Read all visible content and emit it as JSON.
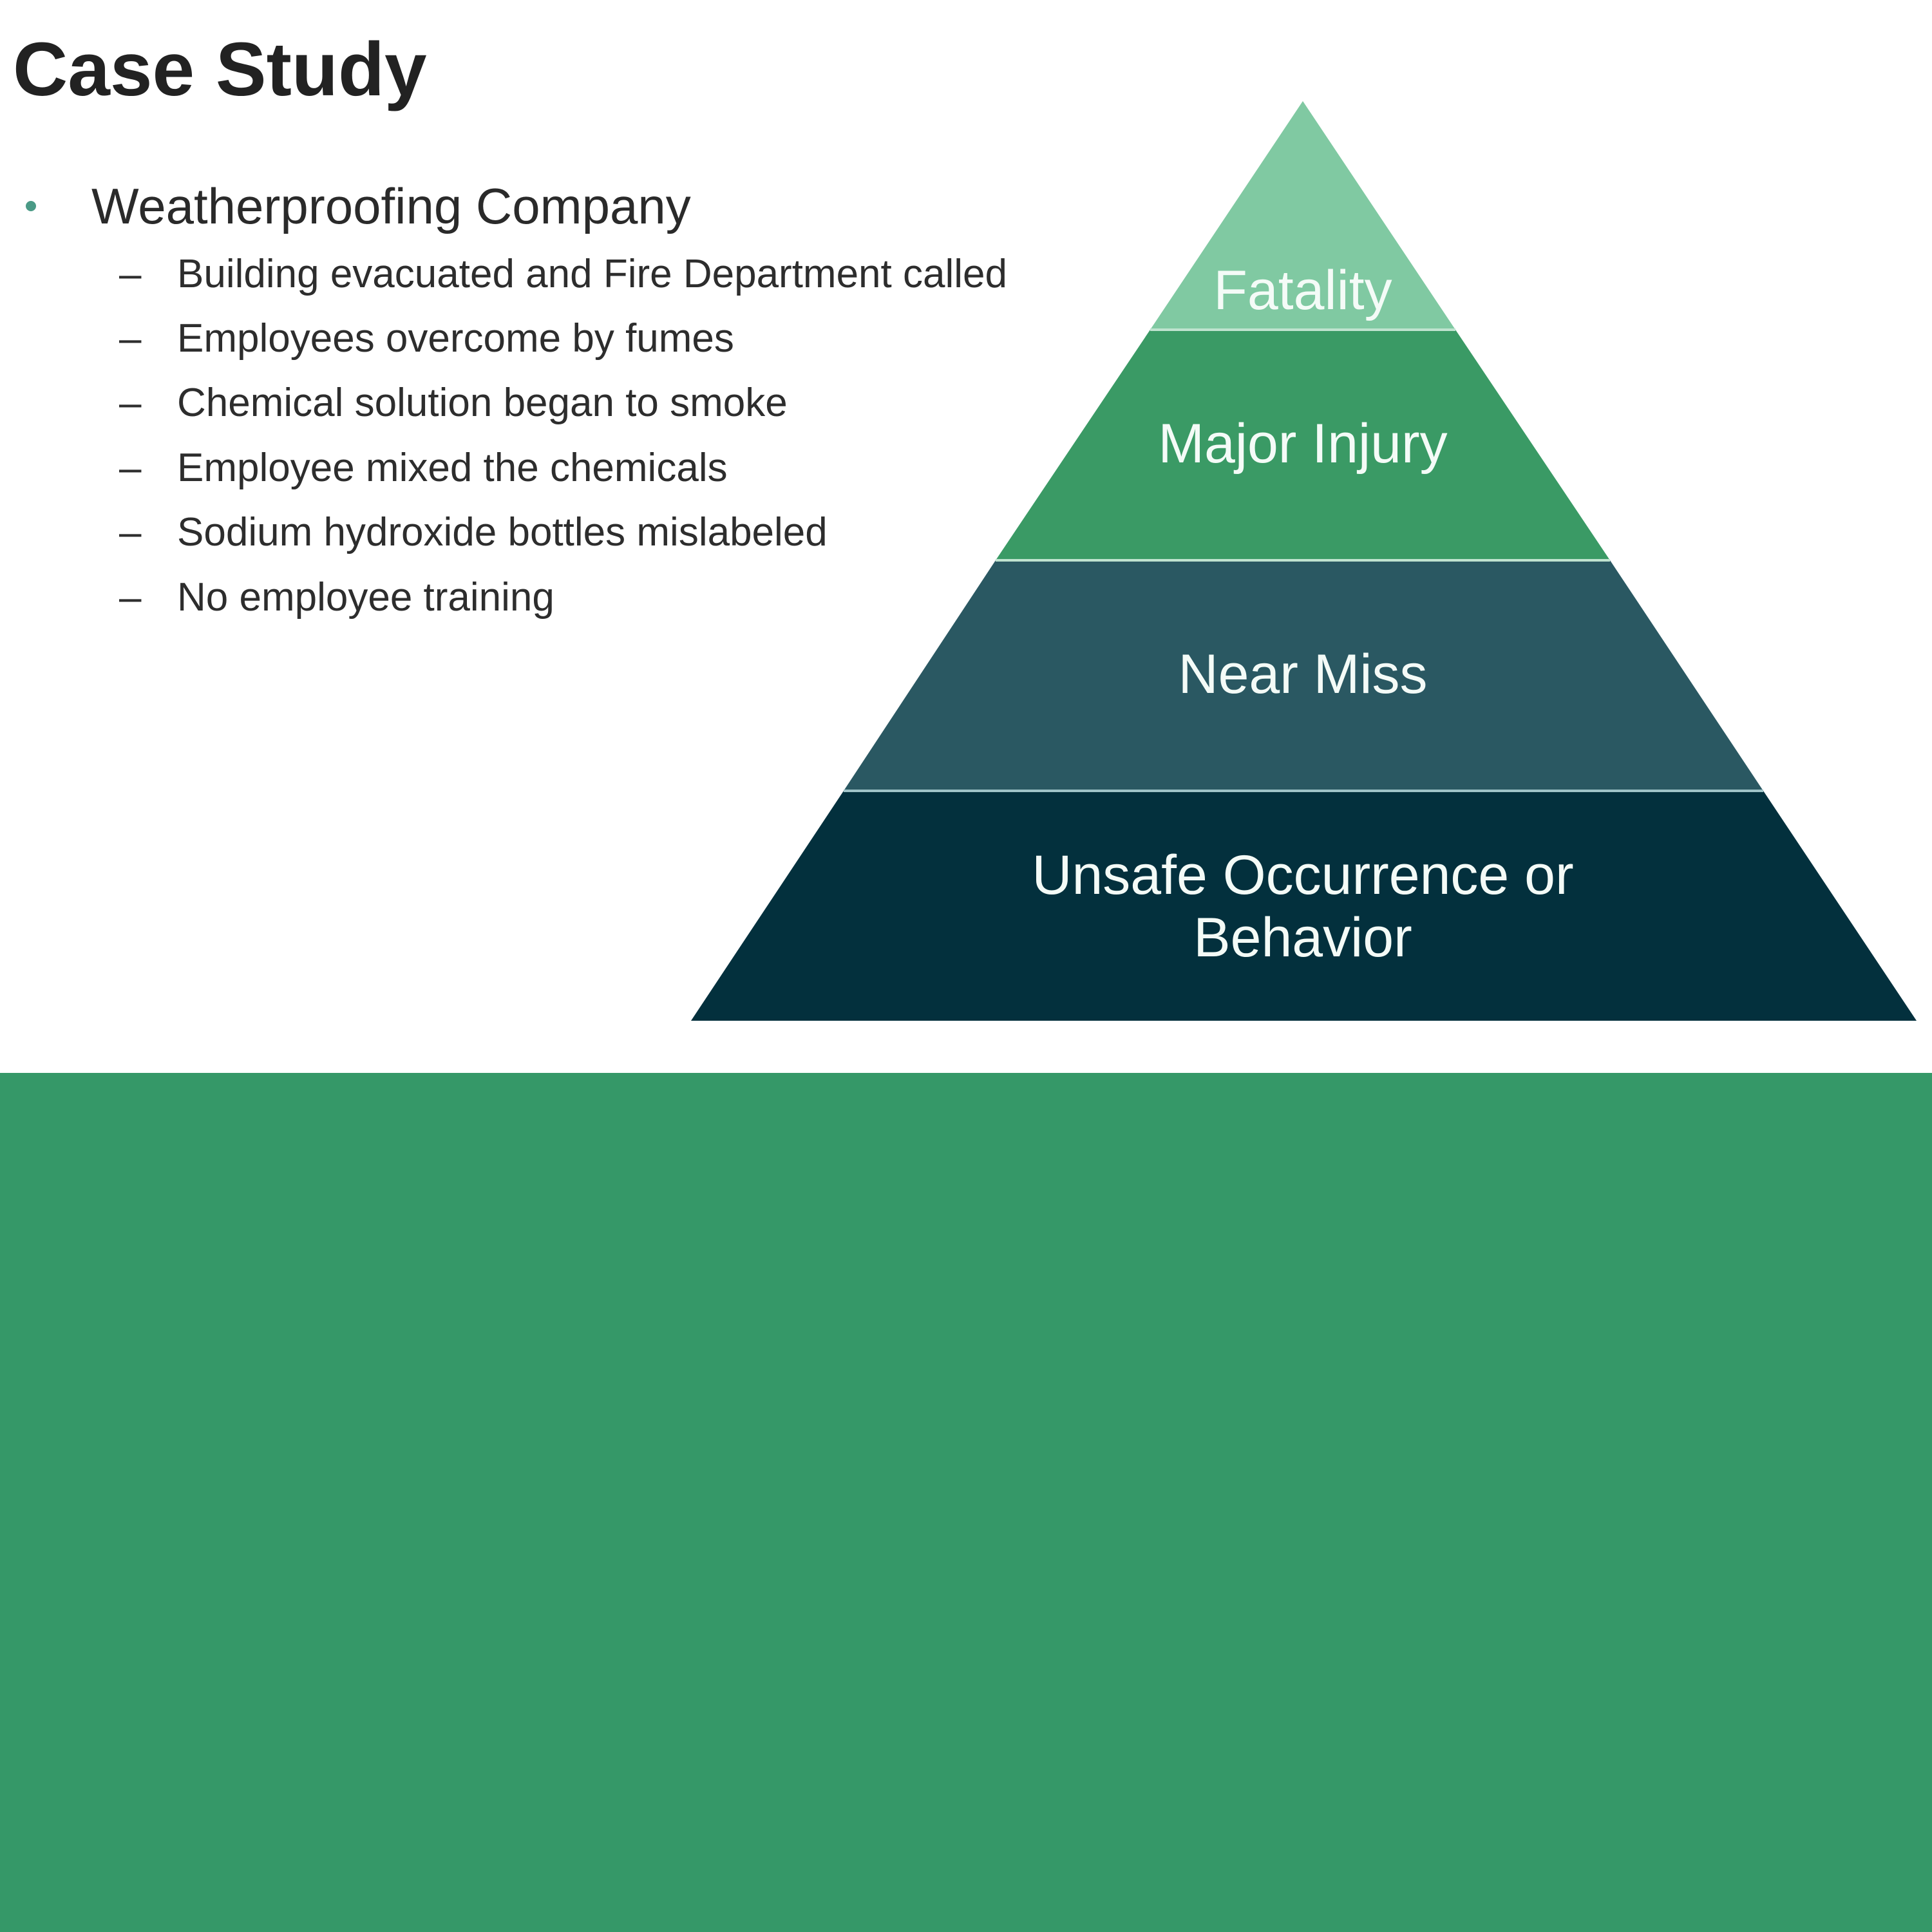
{
  "slide": {
    "title": "Case Study",
    "bullet": "Weatherproofing Company",
    "sub_items": [
      "Building evacuated and Fire Department called",
      "Employees overcome by fumes",
      "Chemical solution began to smoke",
      "Employee mixed the chemicals",
      "Sodium hydroxide bottles mislabeled",
      "No employee training"
    ],
    "sub_marker": "–"
  },
  "pyramid": {
    "levels": [
      {
        "label": "Fatality",
        "color": "#80c9a2"
      },
      {
        "label": "Major Injury",
        "color": "#3a9a65"
      },
      {
        "label": "Near Miss",
        "color": "#2a5862"
      },
      {
        "label_line1": "Unsafe Occurrence or",
        "label_line2": "Behavior",
        "color": "#03303d"
      }
    ]
  },
  "colors": {
    "bottom_band": "#359868",
    "bullet_dot": "#4a9a86",
    "title_text": "#222222"
  }
}
